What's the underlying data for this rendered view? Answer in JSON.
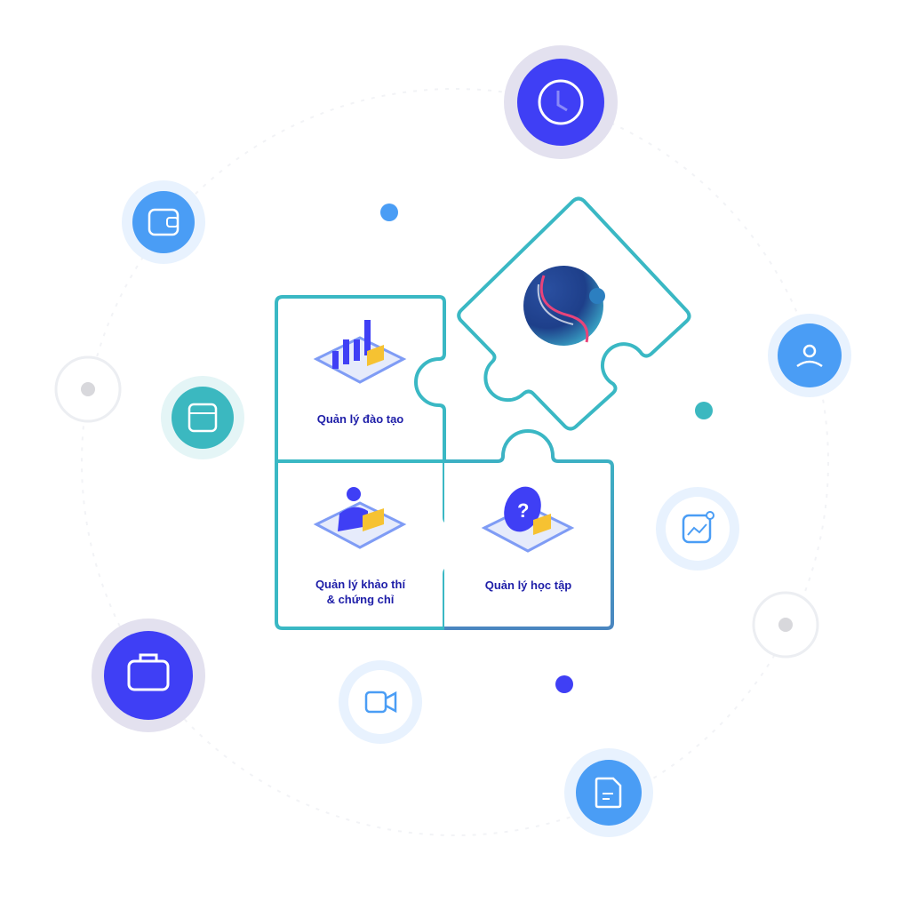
{
  "modules": [
    {
      "label": "Quản lý đào tạo",
      "icon": "bar-chart-icon"
    },
    {
      "label_line1": "Quản lý khảo thí",
      "label_line2": "& chứng chỉ",
      "icon": "user-card-icon"
    },
    {
      "label": "Quản lý học tập",
      "icon": "question-chat-icon"
    }
  ],
  "center_logo": "brand-logo",
  "colors": {
    "puzzle_stroke": "#3ab8c4",
    "purple": "#3f3ff5",
    "blue": "#4a9df5",
    "teal": "#3bb8c0",
    "label_text": "#1e1ea8"
  },
  "orbit_icons": [
    "clock-icon",
    "wallet-icon",
    "calendar-icon",
    "users-icon",
    "chart-icon",
    "briefcase-icon",
    "video-icon",
    "document-icon"
  ]
}
